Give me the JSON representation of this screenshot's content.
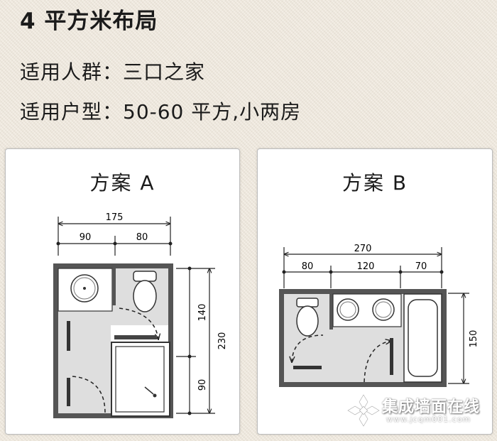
{
  "header": {
    "title": "4 平方米布局",
    "line1": "适用人群：三口之家",
    "line2": "适用户型：50-60 平方,小两房"
  },
  "plan_a": {
    "title": "方案 A",
    "dims": {
      "total_width": "175",
      "width_left": "90",
      "width_right": "80",
      "height_upper": "140",
      "height_lower": "90",
      "total_height": "230"
    }
  },
  "plan_b": {
    "title": "方案 B",
    "dims": {
      "total_width": "270",
      "seg1": "80",
      "seg2": "120",
      "seg3": "70",
      "height": "150"
    }
  },
  "watermark": {
    "brand": "集成墙面在线",
    "url": "www.jcqm001.com"
  },
  "colors": {
    "wall": "#555555",
    "floor": "#dedede",
    "background": "#efe8dc",
    "card": "#ffffff"
  }
}
